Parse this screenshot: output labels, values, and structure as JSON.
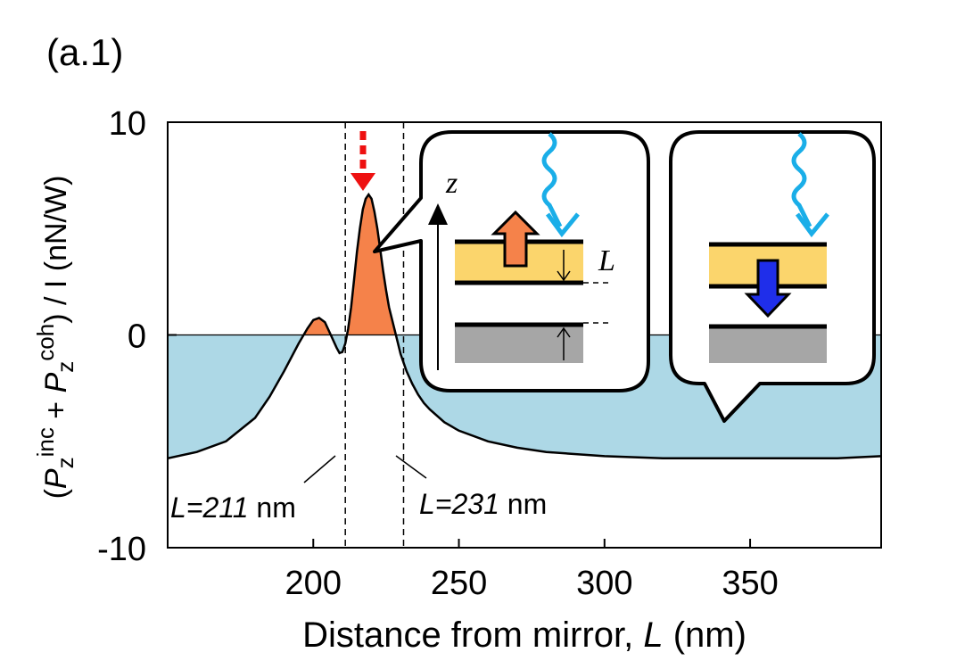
{
  "panel_label": "(a.1)",
  "colors": {
    "negative_fill": "#add8e6",
    "positive_fill": "#f5824a",
    "curve": "#000000",
    "photon": "#1aaee8",
    "red_arrow": "#ee1111",
    "up_arrow": "#f5824a",
    "down_arrow": "#1f2eea",
    "layer_yellow": "#fbd56c",
    "mirror_gray": "#a6a6a6"
  },
  "annotations": {
    "left": {
      "L": "L",
      "eq": "=211",
      "unit": " nm"
    },
    "right": {
      "L": "L",
      "eq": "=231",
      "unit": " nm"
    }
  },
  "inset": {
    "axis_label": "z",
    "gap_label": "L"
  },
  "chart_data": {
    "type": "area",
    "xlabel_main": "Distance from mirror, ",
    "xlabel_italic": "L",
    "xlabel_tail": " (nm)",
    "ylabel": {
      "open": "(",
      "P": "P",
      "z_sub": "z",
      "inc_sup": "inc",
      "plus": " + ",
      "P2": "P",
      "z_sub2": "z",
      "coh_sup": "coh",
      "tail": ") / I (nN/W)"
    },
    "xlim": [
      150,
      395
    ],
    "ylim": [
      -10,
      10
    ],
    "xticks": [
      200,
      250,
      300,
      350
    ],
    "yticks": [
      10,
      0,
      -10
    ],
    "ytick_labels": [
      "10",
      "0",
      "-10"
    ],
    "vlines": [
      211,
      231
    ],
    "grid": false,
    "x": [
      150,
      160,
      170,
      180,
      185,
      190,
      195,
      198,
      200,
      202,
      204,
      206,
      208,
      209,
      210,
      211,
      212,
      213,
      214,
      215,
      216,
      217,
      218,
      219,
      220,
      221,
      222,
      223,
      224,
      225,
      226,
      228,
      230,
      232,
      234,
      236,
      238,
      240,
      245,
      250,
      260,
      270,
      280,
      300,
      320,
      340,
      360,
      380,
      395
    ],
    "y": [
      -5.8,
      -5.5,
      -5.0,
      -3.9,
      -2.9,
      -1.7,
      -0.4,
      0.3,
      0.7,
      0.8,
      0.6,
      0.0,
      -0.6,
      -0.85,
      -0.8,
      -0.4,
      0.3,
      1.3,
      2.6,
      3.9,
      5.0,
      5.9,
      6.4,
      6.6,
      6.4,
      5.8,
      5.0,
      4.0,
      3.0,
      2.1,
      1.3,
      0.2,
      -0.9,
      -1.7,
      -2.3,
      -2.8,
      -3.2,
      -3.5,
      -4.1,
      -4.5,
      -5.0,
      -5.3,
      -5.5,
      -5.7,
      -5.8,
      -5.8,
      -5.8,
      -5.8,
      -5.7
    ]
  }
}
